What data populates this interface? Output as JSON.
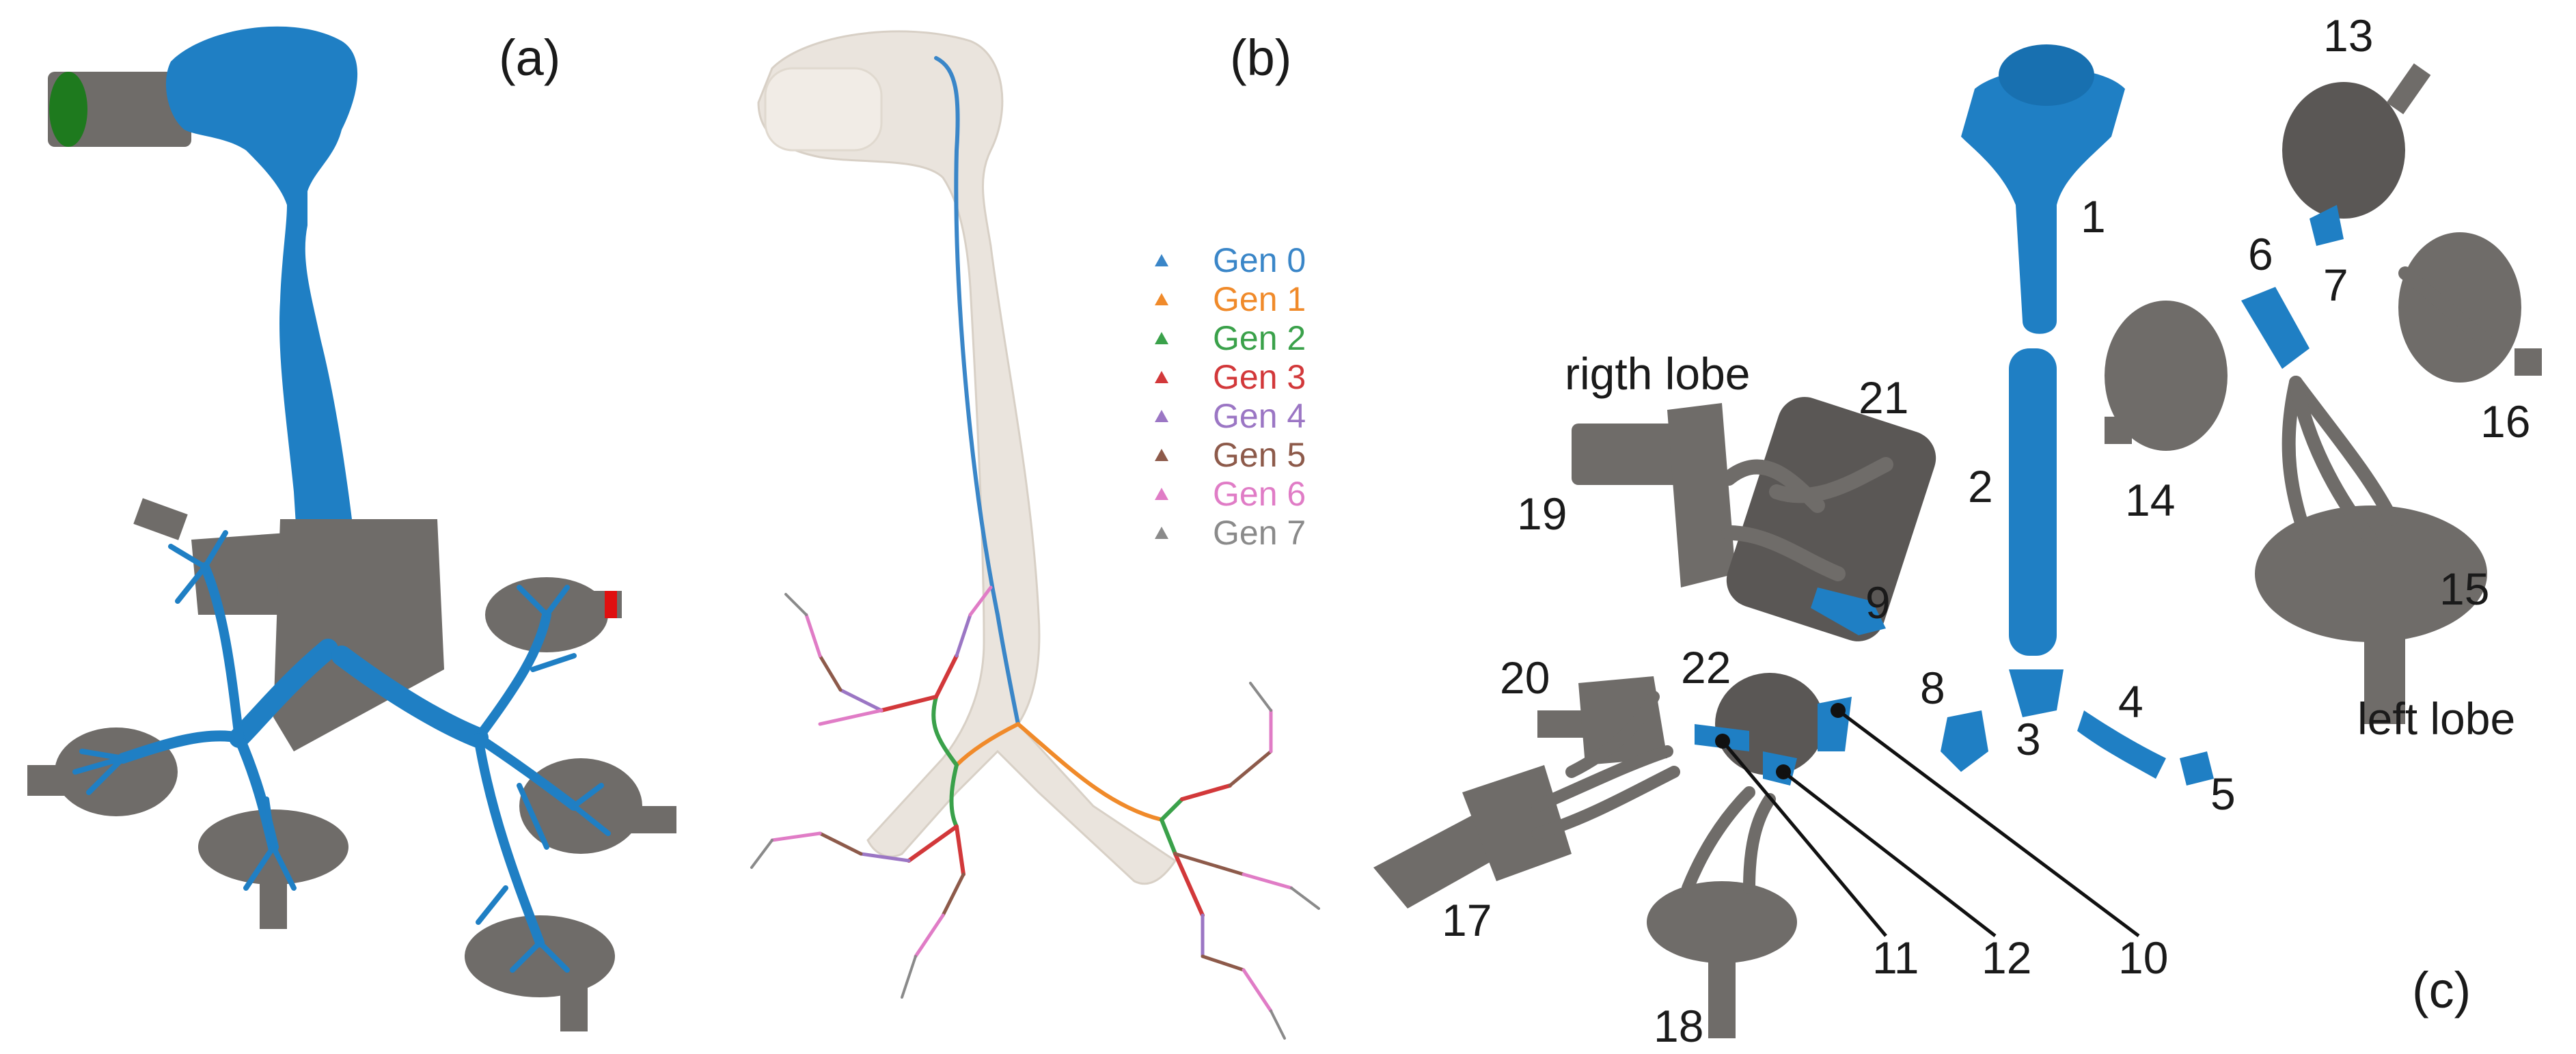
{
  "panels": {
    "a": {
      "label": "(a)"
    },
    "b": {
      "label": "(b)",
      "legend": [
        {
          "label": "Gen 0",
          "color": "#3a86c8"
        },
        {
          "label": "Gen 1",
          "color": "#f08a2a"
        },
        {
          "label": "Gen 2",
          "color": "#3aa14a"
        },
        {
          "label": "Gen 3",
          "color": "#d2383a"
        },
        {
          "label": "Gen 4",
          "color": "#9b76c4"
        },
        {
          "label": "Gen 5",
          "color": "#8d5a4a"
        },
        {
          "label": "Gen 6",
          "color": "#e07cc6"
        },
        {
          "label": "Gen 7",
          "color": "#8a8a8a"
        }
      ]
    },
    "c": {
      "label": "(c)",
      "right_lobe_label": "rigth lobe",
      "left_lobe_label": "left lobe",
      "numbers": [
        "1",
        "2",
        "3",
        "4",
        "5",
        "6",
        "7",
        "8",
        "9",
        "10",
        "11",
        "12",
        "13",
        "14",
        "15",
        "16",
        "17",
        "18",
        "19",
        "20",
        "21",
        "22"
      ]
    }
  },
  "colors": {
    "airway_blue": "#1f7fc4",
    "outlet_grey": "#6f6c69",
    "inlet_green": "#1e7a1e",
    "outlet_red": "#e01010",
    "mesh_beige": "#d9cfc2"
  }
}
